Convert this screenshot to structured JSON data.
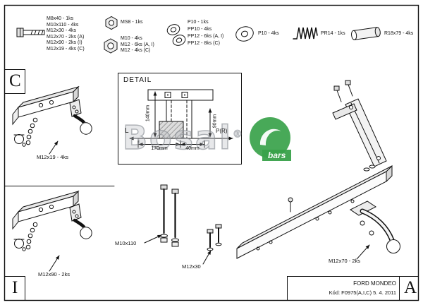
{
  "legend": {
    "bolts": {
      "labels": [
        "M8x40 - 1ks",
        "M10x110 - 4ks",
        "M12x30 - 4ks",
        "M12x70 - 2ks (A)",
        "M12x90 - 2ks (I)",
        "M12x19 - 4ks (C)"
      ]
    },
    "nut_small": {
      "label": "MS8 - 1ks"
    },
    "nuts": {
      "labels": [
        "M10 - 4ks",
        "M12 - 6ks (A, I)",
        "M12 - 4ks (C)"
      ]
    },
    "washers": {
      "labels": [
        "P10 - 1ks",
        "PP10 - 4ks",
        "PP12 - 6ks (A, I)",
        "PP12 - 8ks (C)"
      ]
    },
    "washer_large": {
      "label": "P10 - 4ks"
    },
    "spring": {
      "label": "PR14 - 1ks"
    },
    "tube": {
      "label": "R18x79 - 4ks"
    }
  },
  "zones": {
    "top_left": "C",
    "bottom_left": "I",
    "bottom_right": "A"
  },
  "detail": {
    "title": "DETAIL",
    "left_label": "L",
    "right_label": "P(R)",
    "dim_height_left": "140mm",
    "dim_height_right": "90mm",
    "dim_width_left": "170mm",
    "dim_width_right": "40mm"
  },
  "callouts": {
    "variant_c": "M12x19 - 4ks",
    "variant_i": "M12x90 - 2ks",
    "bolt_m10": "M10x110",
    "bolt_m12_30": "M12x30",
    "bolt_m12_70": "M12x70 - 2ks"
  },
  "title_block": {
    "model": "FORD MONDEO",
    "code": "Kód: F0975(A,I,C)  5. 4. 2011"
  },
  "watermark": {
    "name": "Bosal",
    "reg": "®",
    "sub": "bars",
    "green": "#39a24a"
  }
}
